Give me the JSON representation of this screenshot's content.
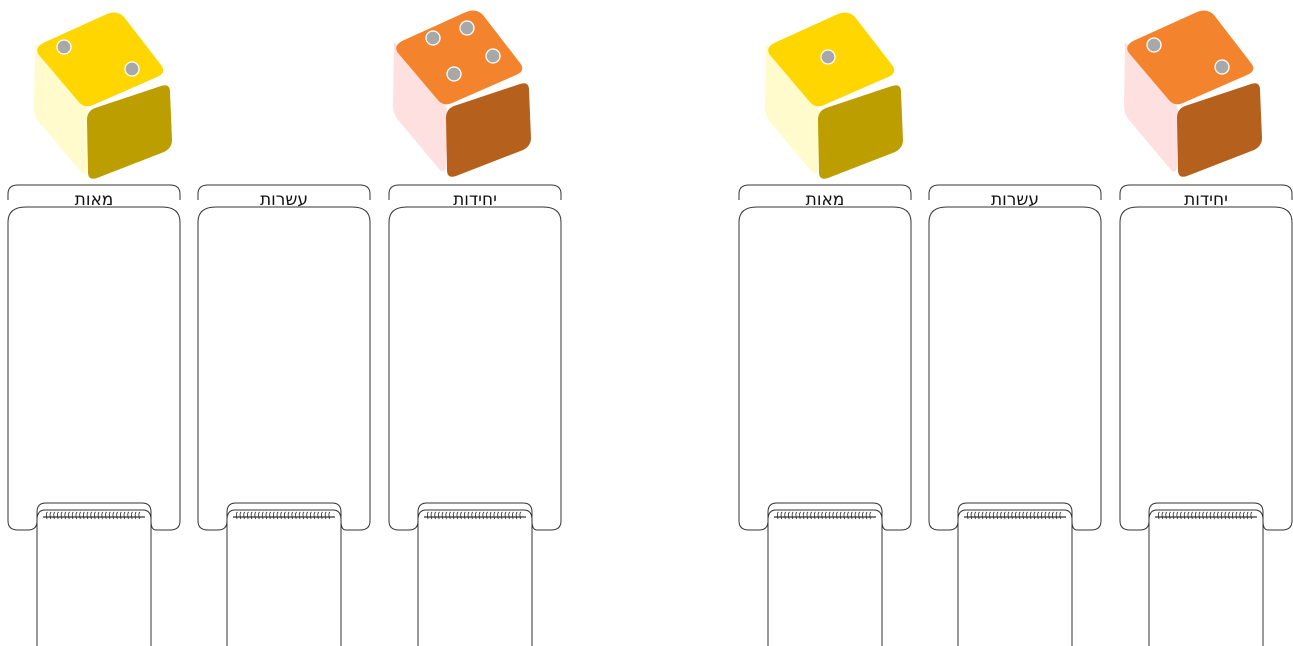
{
  "boards": [
    {
      "columns": [
        {
          "label": "מאות"
        },
        {
          "label": "עשרות"
        },
        {
          "label": "יחידות"
        }
      ],
      "dice": [
        {
          "color": "yellow",
          "face_value": 2
        },
        {
          "color": "orange",
          "face_value": 4
        }
      ]
    },
    {
      "columns": [
        {
          "label": "מאות"
        },
        {
          "label": "עשרות"
        },
        {
          "label": "יחידות"
        }
      ],
      "dice": [
        {
          "color": "yellow",
          "face_value": 1
        },
        {
          "color": "orange",
          "face_value": 2
        }
      ]
    }
  ],
  "colors": {
    "yellow_top": "#FFD600",
    "yellow_right": "#BC9E00",
    "yellow_left": "#FFFBCC",
    "orange_top": "#F4832D",
    "orange_right": "#B6601E",
    "orange_left": "#FFE0E0",
    "pip": "#A8A8A8",
    "outline": "#333333"
  }
}
